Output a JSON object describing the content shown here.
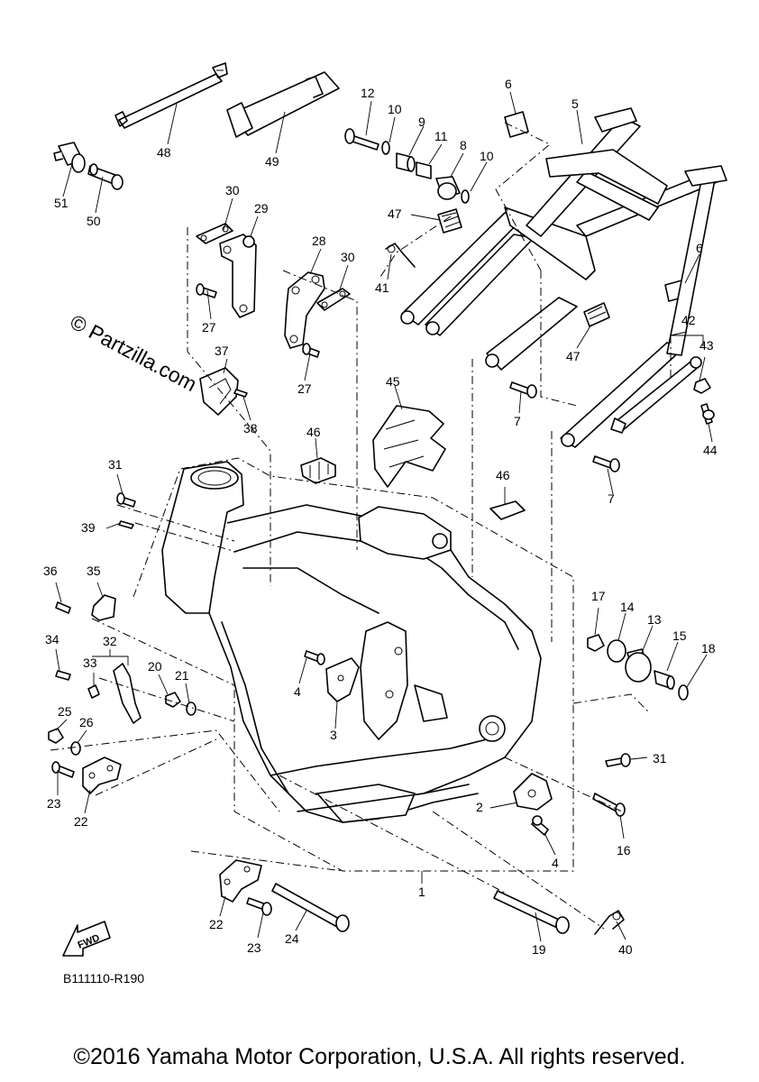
{
  "watermark": "© Partzilla.com",
  "diagram_code": "B111110-R190",
  "fwd_label": "FWD",
  "copyright": "©2016 Yamaha Motor Corporation, U.S.A. All rights reserved.",
  "callouts": {
    "c1": "1",
    "c2": "2",
    "c3": "3",
    "c4a": "4",
    "c4b": "4",
    "c5": "5",
    "c6a": "6",
    "c6b": "6",
    "c7a": "7",
    "c7b": "7",
    "c8": "8",
    "c9": "9",
    "c10a": "10",
    "c10b": "10",
    "c11": "11",
    "c12": "12",
    "c13": "13",
    "c14": "14",
    "c15": "15",
    "c16": "16",
    "c17": "17",
    "c18": "18",
    "c19": "19",
    "c20": "20",
    "c21": "21",
    "c22a": "22",
    "c22b": "22",
    "c23a": "23",
    "c23b": "23",
    "c24": "24",
    "c25": "25",
    "c26": "26",
    "c27a": "27",
    "c27b": "27",
    "c28": "28",
    "c29": "29",
    "c30a": "30",
    "c30b": "30",
    "c31a": "31",
    "c31b": "31",
    "c32": "32",
    "c33": "33",
    "c34": "34",
    "c35": "35",
    "c36": "36",
    "c37": "37",
    "c38": "38",
    "c39": "39",
    "c40": "40",
    "c41": "41",
    "c42": "42",
    "c43": "43",
    "c44": "44",
    "c45": "45",
    "c46a": "46",
    "c46b": "46",
    "c47a": "47",
    "c47b": "47",
    "c48": "48",
    "c49": "49",
    "c50": "50",
    "c51": "51"
  }
}
